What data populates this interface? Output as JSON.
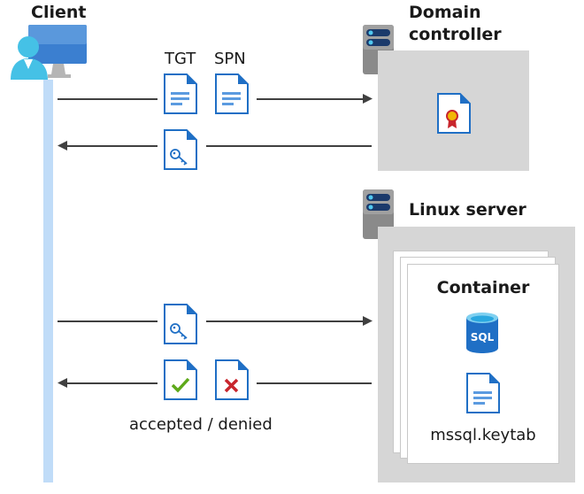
{
  "client": {
    "label": "Client",
    "icon": "user-computer-icon"
  },
  "domain_controller": {
    "label_line1": "Domain",
    "label_line2": "controller",
    "icon": "server-icon",
    "inner_icon": "certificate-icon"
  },
  "linux_server": {
    "label": "Linux server",
    "icon": "server-icon"
  },
  "container": {
    "label": "Container",
    "sql_icon_text": "SQL",
    "keytab_label": "mssql.keytab"
  },
  "messages": {
    "tgt_label": "TGT",
    "spn_label": "SPN",
    "result_label": "accepted / denied"
  },
  "colors": {
    "client_lifeline": "#c0dcf8",
    "box_gray": "#d6d6d6",
    "icon_blue": "#1f6fc5",
    "accept_green": "#5ea91a",
    "deny_red": "#c8252c"
  }
}
